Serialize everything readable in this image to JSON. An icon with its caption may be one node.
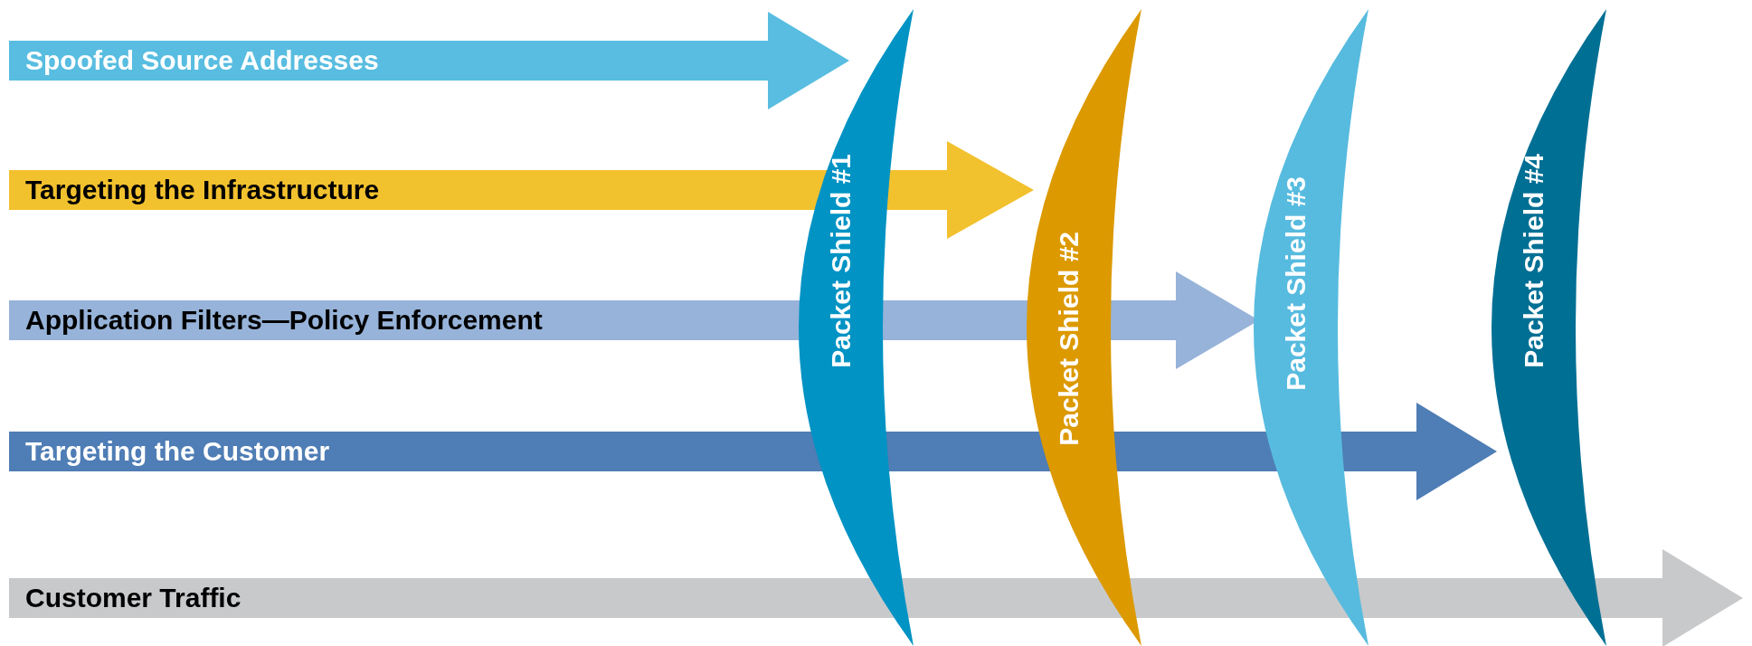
{
  "diagram": {
    "nodes": [
      {
        "text": [
          "Spoofed Source Addresses"
        ]
      },
      {
        "text": [
          "Targeting the Infrastructure"
        ]
      },
      {
        "text": [
          "Application Filters—Policy Enforcement"
        ]
      },
      {
        "text": [
          "Targeting the Customer"
        ]
      },
      {
        "text": [
          "Customer Traffic"
        ]
      },
      {
        "text": [
          "Packet Shield #1"
        ]
      },
      {
        "text": [
          "Packet Shield #2"
        ]
      },
      {
        "text": [
          "Packet Shield #3"
        ]
      },
      {
        "text": [
          "Packet Shield #4"
        ]
      }
    ]
  }
}
